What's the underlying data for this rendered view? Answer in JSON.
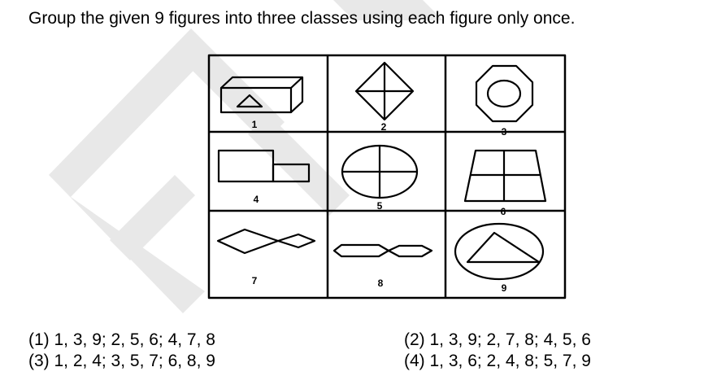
{
  "question": {
    "text": "Group the given 9 figures into three classes using each figure only once."
  },
  "figures": {
    "labels": [
      "1",
      "2",
      "3",
      "4",
      "5",
      "6",
      "7",
      "8",
      "9"
    ]
  },
  "options": [
    {
      "text": "(1) 1, 3, 9; 2, 5, 6; 4, 7, 8"
    },
    {
      "text": "(2) 1, 3, 9; 2, 7, 8; 4, 5, 6"
    },
    {
      "text": "(3) 1, 2, 4; 3, 5, 7; 6, 8, 9"
    },
    {
      "text": "(4)  1, 3, 6; 2, 4, 8; 5, 7, 9"
    }
  ],
  "colors": {
    "ink": "#000000",
    "watermark": "#e6e6e6",
    "background": "#ffffff"
  }
}
